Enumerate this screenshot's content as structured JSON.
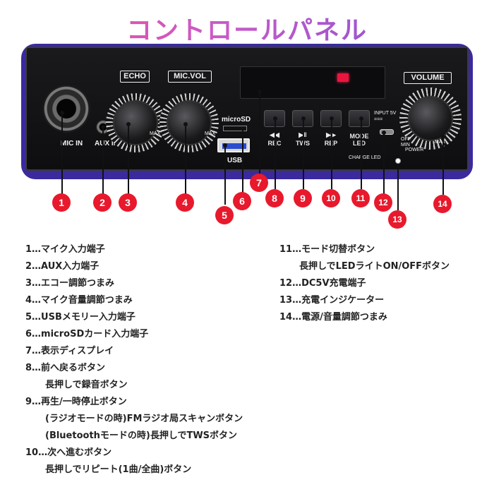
{
  "title": "コントロールパネル",
  "panel": {
    "labels": {
      "mic_in": "MIC IN",
      "aux_in": "AUX IN",
      "echo": "ECHO",
      "mic_vol": "MIC.VOL",
      "max": "MAX",
      "microsd": "microSD",
      "usb": "USB",
      "volume": "VOLUME",
      "input_5v": "INPUT 5V ===",
      "off_min": "OFF MIN",
      "max2": "MAX",
      "power": "POWER",
      "charge_led": "CHARGE LED"
    },
    "buttons": [
      {
        "label": "REC",
        "glyph": "◀◀"
      },
      {
        "label": "TWS",
        "glyph": "▶‖"
      },
      {
        "label": "REP",
        "glyph": "▶▶"
      },
      {
        "label": "MODE LED",
        "glyph": ""
      }
    ]
  },
  "callouts": [
    "1",
    "2",
    "3",
    "4",
    "5",
    "6",
    "7",
    "8",
    "9",
    "10",
    "11",
    "12",
    "13",
    "14"
  ],
  "legend_left": [
    {
      "text": "1…マイク入力端子"
    },
    {
      "text": "2…AUX入力端子"
    },
    {
      "text": "3…エコー調節つまみ"
    },
    {
      "text": "4…マイク音量調節つまみ"
    },
    {
      "text": "5…USBメモリー入力端子"
    },
    {
      "text": "6…microSDカード入力端子"
    },
    {
      "text": "7…表示ディスプレイ"
    },
    {
      "text": "8…前へ戻るボタン"
    },
    {
      "text": "長押しで録音ボタン",
      "indent": true
    },
    {
      "text": "9…再生/一時停止ボタン"
    },
    {
      "text": "(ラジオモードの時)FMラジオ局スキャンボタン",
      "indent": true
    },
    {
      "text": "(Bluetoothモードの時)長押しでTWSボタン",
      "indent": true
    },
    {
      "text": "10…次へ進むボタン"
    },
    {
      "text": "長押しでリピート(1曲/全曲)ボタン",
      "indent": true
    }
  ],
  "legend_right": [
    {
      "text": "11…モード切替ボタン"
    },
    {
      "text": "長押しでLEDライトON/OFFボタン",
      "indent": true
    },
    {
      "text": "12…DC5V充電端子"
    },
    {
      "text": "13…充電インジケーター"
    },
    {
      "text": "14…電源/音量調節つまみ"
    }
  ],
  "colors": {
    "callout": "#e8192c",
    "panel": "#121214",
    "display_led": "#e8163e",
    "usb_blue": "#2a4dd0"
  }
}
